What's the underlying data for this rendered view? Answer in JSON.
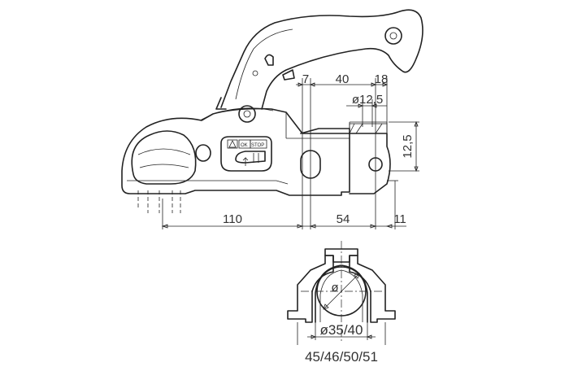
{
  "dimensions": {
    "top_7": "7",
    "top_40": "40",
    "top_18": "18",
    "bore": "ø12,5",
    "height_12_5": "12,5",
    "bottom_110": "110",
    "bottom_54": "54",
    "bottom_11": "11",
    "ball_diameter": "ø35/40",
    "sizes": "45/46/50/51",
    "phi": "ø"
  },
  "label": {
    "ok": "OK",
    "stop": "STOP"
  }
}
